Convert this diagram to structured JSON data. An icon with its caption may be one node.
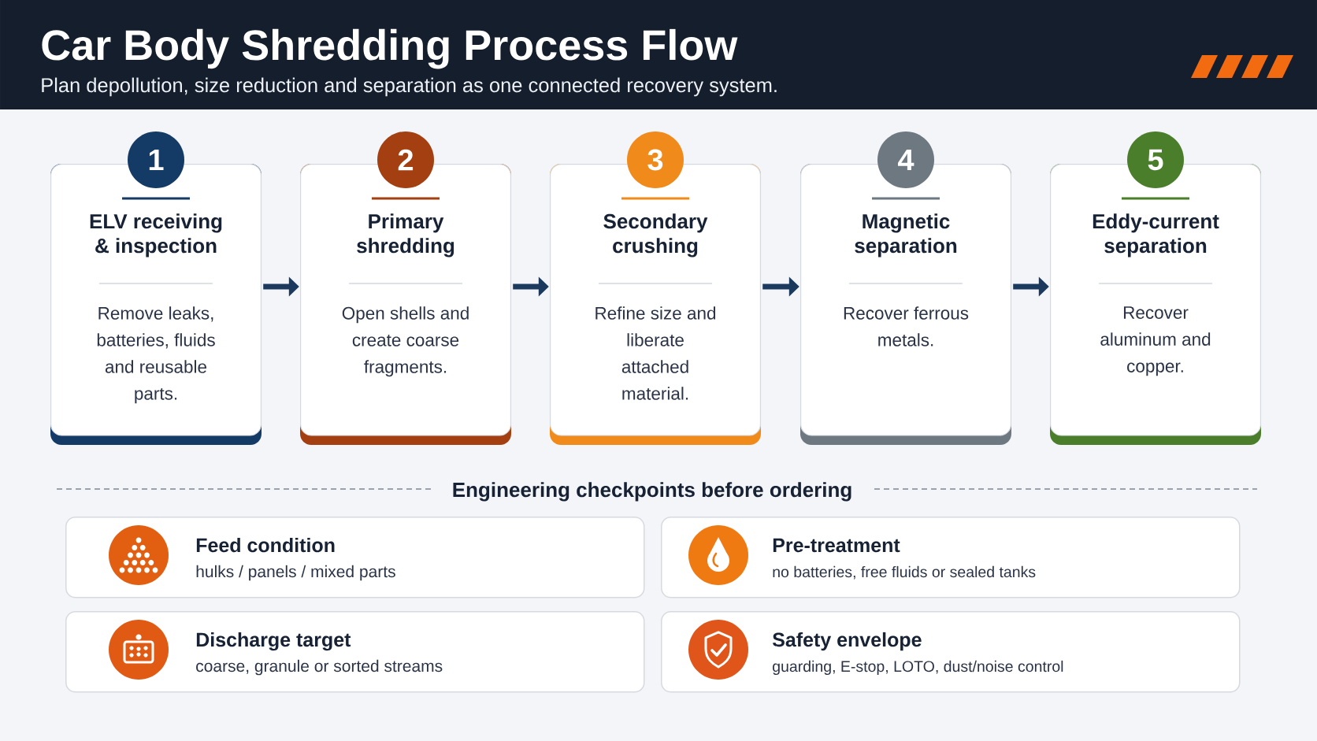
{
  "diagram": {
    "title": "Car Body Shredding Process Flow",
    "nodes": [
      {
        "text": [
          "1"
        ]
      },
      {
        "text": [
          "ELV receiving & inspection",
          "Remove leaks, batteries, fluids and reusable parts."
        ]
      },
      {
        "text": [
          "2"
        ]
      },
      {
        "text": [
          "Primary shredding",
          "Open shells and create coarse fragments."
        ]
      },
      {
        "text": [
          "3"
        ]
      },
      {
        "text": [
          "Secondary crushing",
          "Refine size and liberate attached material."
        ]
      },
      {
        "text": [
          "4"
        ]
      },
      {
        "text": [
          "Magnetic separation",
          "Recover ferrous metals."
        ]
      },
      {
        "text": [
          "5"
        ]
      },
      {
        "text": [
          "Eddy-current separation",
          "Recover aluminum and copper."
        ]
      },
      {
        "text": [
          "Feed condition",
          "hulks / panels / mixed parts"
        ]
      },
      {
        "text": [
          "Pre-treatment",
          "no batteries, free fluids or sealed tanks"
        ]
      },
      {
        "text": [
          "Discharge target",
          "coarse, granule or sorted streams"
        ]
      },
      {
        "text": [
          "Safety envelope",
          "guarding, E-stop, LOTO, dust/noise control"
        ]
      }
    ],
    "edges": [
      {
        "from": 1,
        "to": 3,
        "arrow": "to"
      },
      {
        "from": 3,
        "to": 5,
        "arrow": "to"
      },
      {
        "from": 5,
        "to": 7,
        "arrow": "to"
      },
      {
        "from": 7,
        "to": 9,
        "arrow": "to"
      }
    ],
    "labels": [
      "Plan depollution, size reduction and separation as one connected recovery system.",
      "Engineering checkpoints before ordering"
    ]
  }
}
